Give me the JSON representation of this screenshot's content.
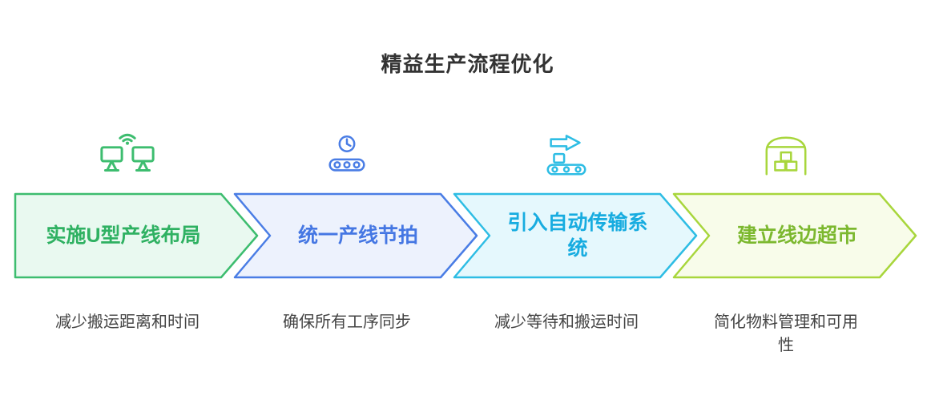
{
  "title": "精益生产流程优化",
  "steps": [
    {
      "label": "实施U型产线布局",
      "description": "减少搬运距离和时间",
      "icon": "workstation-monitors-icon",
      "colors": {
        "accent": "#3dbd6f",
        "fill": "#e9f9f0",
        "text": "#2fb162"
      }
    },
    {
      "label": "统一产线节拍",
      "description": "确保所有工序同步",
      "icon": "clock-conveyor-icon",
      "colors": {
        "accent": "#4a7de5",
        "fill": "#edf2fd",
        "text": "#4577e3"
      }
    },
    {
      "label": "引入自动传输系统",
      "description": "减少等待和搬运时间",
      "icon": "conveyor-arrow-icon",
      "colors": {
        "accent": "#2ebde4",
        "fill": "#e5f8fd",
        "text": "#17ace0"
      }
    },
    {
      "label": "建立线边超市",
      "description": "简化物料管理和可用性",
      "icon": "warehouse-boxes-icon",
      "colors": {
        "accent": "#a8d63c",
        "fill": "#f8fcea",
        "text": "#7cb82f"
      }
    }
  ]
}
